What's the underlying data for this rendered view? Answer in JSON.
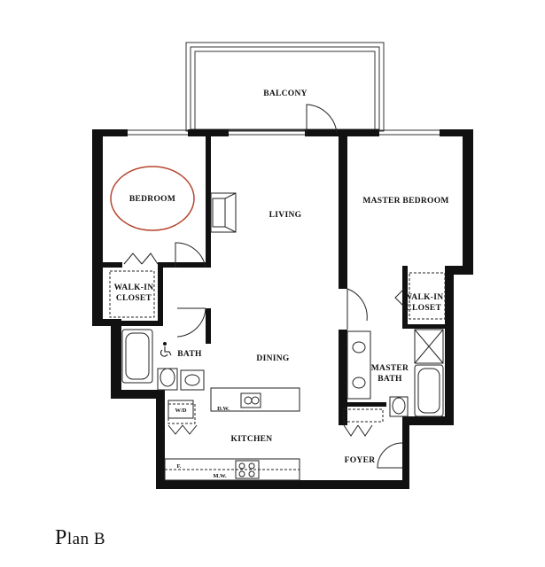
{
  "title": {
    "first": "P",
    "rest": "lan B"
  },
  "rooms": {
    "balcony": "BALCONY",
    "bedroom": "BEDROOM",
    "living": "LIVING",
    "master_bedroom": "MASTER BEDROOM",
    "walkin_closet_left_1": "WALK-IN",
    "walkin_closet_left_2": "CLOSET",
    "walkin_closet_right_1": "WALK-IN",
    "walkin_closet_right_2": "CLOSET",
    "bath": "BATH",
    "dining": "DINING",
    "master_bath_1": "MASTER",
    "master_bath_2": "BATH",
    "kitchen": "KITCHEN",
    "foyer": "FOYER"
  },
  "fixtures": {
    "washer_dryer": "W/D",
    "dishwasher": "D.W.",
    "microwave": "M.W.",
    "fridge": "F."
  },
  "colors": {
    "wall": "#111111",
    "highlight": "#b5462f"
  }
}
